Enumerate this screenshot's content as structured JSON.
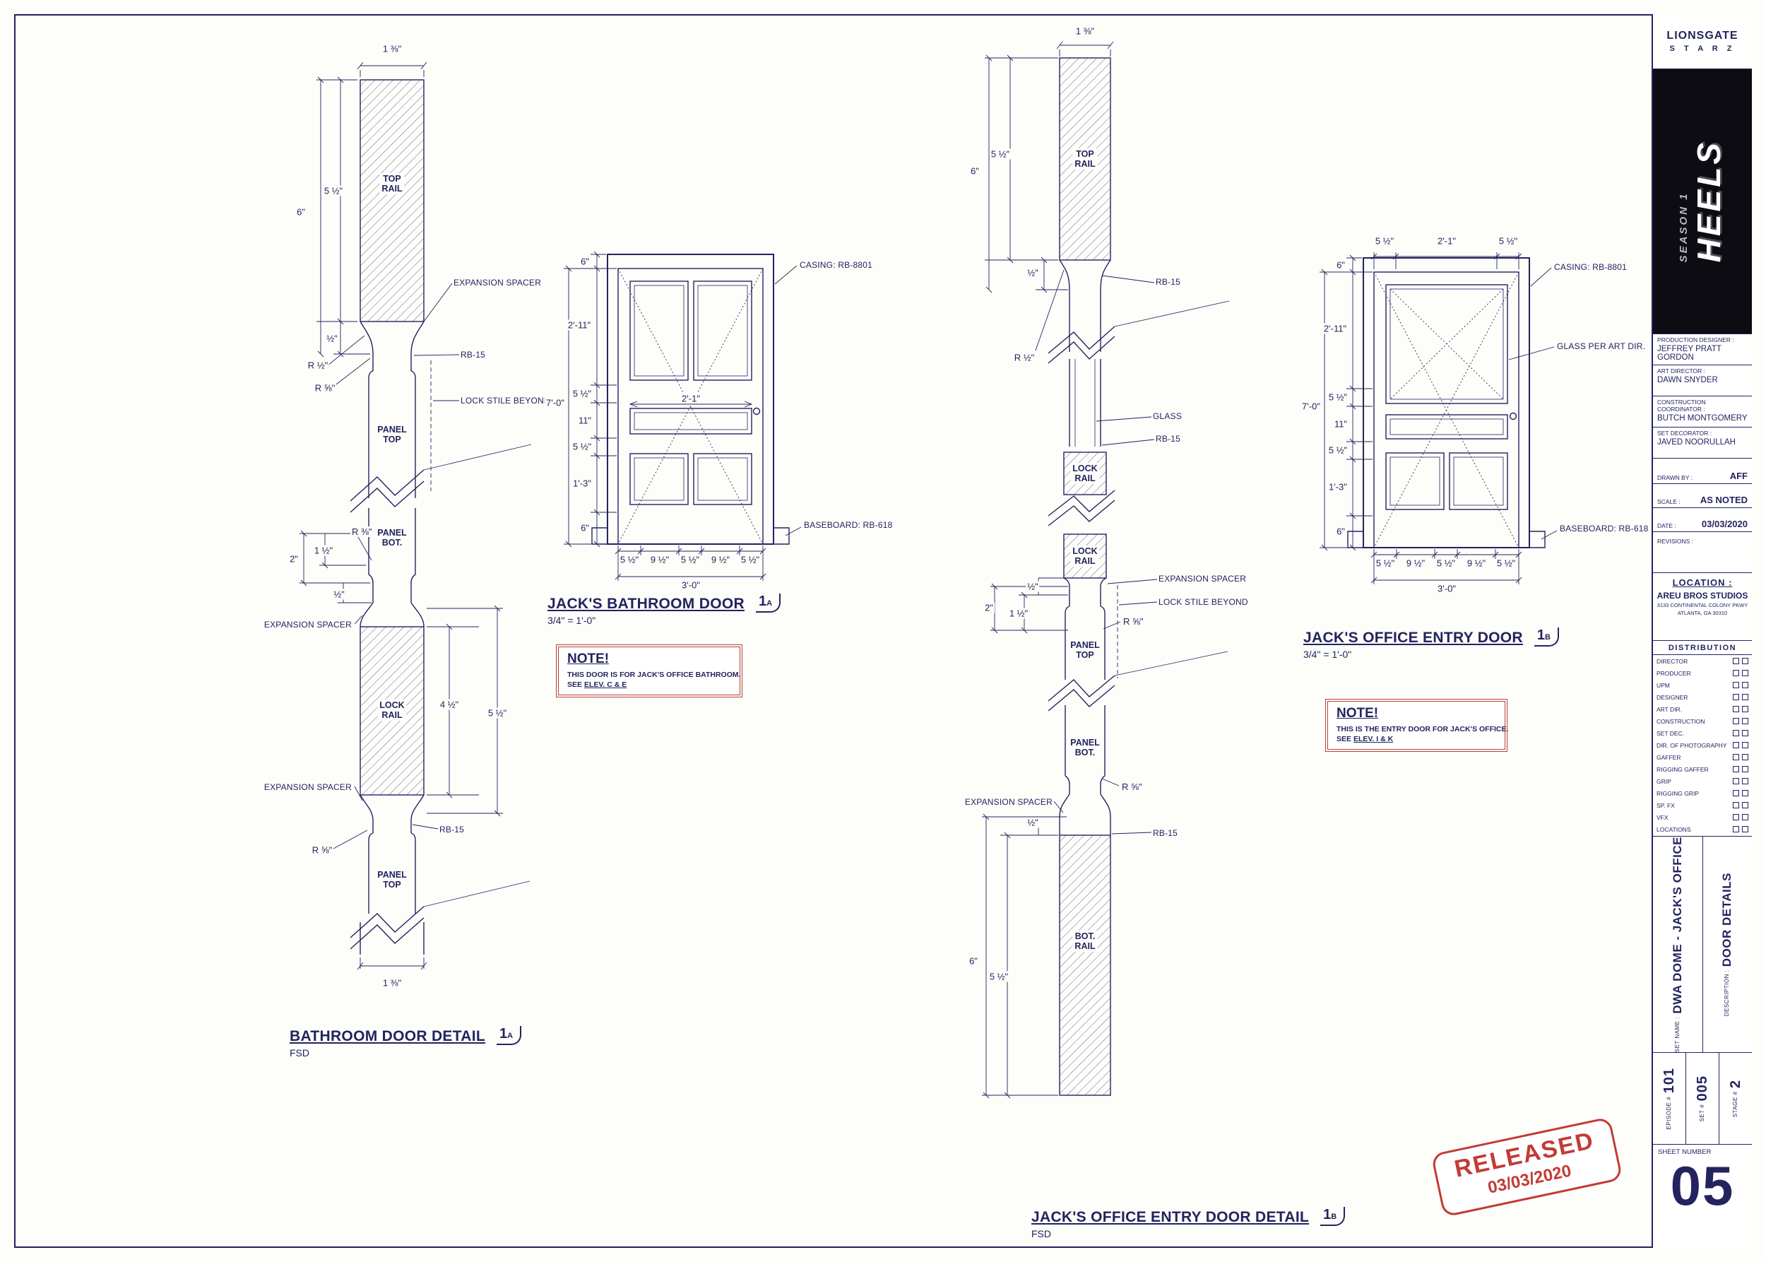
{
  "sheet": {
    "bg": "#fdfdfa",
    "ink": "#23235f",
    "red": "#c23b35"
  },
  "dims": {
    "w138": "1 ⅜\"",
    "d6": "6\"",
    "d55": "5 ½\"",
    "d45": "4 ½\"",
    "d2": "2\"",
    "d15": "1 ½\"",
    "dh": "½\"",
    "rh": "R ½\"",
    "r58": "R ⅝\"",
    "r38": "R ⅜\"",
    "d211": "2'-11\"",
    "d70": "7'-0\"",
    "d11": "11\"",
    "d13": "1'-3\"",
    "d21": "2'-1\"",
    "d95": "9 ½\"",
    "d30": "3'-0\""
  },
  "labels": {
    "top_rail": "TOP\nRAIL",
    "bot_rail": "BOT.\nRAIL",
    "lock_rail": "LOCK\nRAIL",
    "panel_top": "PANEL\nTOP",
    "panel_bot": "PANEL\nBOT.",
    "expansion_spacer": "EXPANSION SPACER",
    "rb15": "RB-15",
    "lock_stile_beyond": "LOCK STILE BEYOND",
    "glass": "GLASS",
    "casing": "CASING: RB-8801",
    "baseboard": "BASEBOARD: RB-618",
    "glass_art": "GLASS PER ART DIR."
  },
  "titles": {
    "bathroom_detail": {
      "t": "BATHROOM DOOR DETAIL",
      "sub": "FSD",
      "ref": "1",
      "refsub": "A"
    },
    "bathroom_door": {
      "t": "JACK'S BATHROOM DOOR",
      "sub": "3/4\" = 1'-0\"",
      "ref": "1",
      "refsub": "A"
    },
    "office_door": {
      "t": "JACK'S OFFICE ENTRY DOOR",
      "sub": "3/4\" = 1'-0\"",
      "ref": "1",
      "refsub": "B"
    },
    "office_detail": {
      "t": "JACK'S OFFICE ENTRY DOOR DETAIL",
      "sub": "FSD",
      "ref": "1",
      "refsub": "B"
    }
  },
  "notes": {
    "bathroom": {
      "head": "NOTE!",
      "body": "THIS DOOR IS FOR JACK'S OFFICE BATHROOM.",
      "see": "SEE",
      "ref": "ELEV. C & E"
    },
    "office": {
      "head": "NOTE!",
      "body": "THIS IS THE ENTRY DOOR FOR JACK'S OFFICE.",
      "see": "SEE",
      "ref": "ELEV. I & K"
    }
  },
  "stamp": {
    "l1": "RELEASED",
    "l2": "03/03/2020"
  },
  "titleblock": {
    "studio": "LIONSGATE",
    "network": "S T A R Z",
    "show": "HEELS",
    "season": "SEASON 1",
    "credits": [
      {
        "label": "PRODUCTION DESIGNER :",
        "value": "JEFFREY PRATT GORDON"
      },
      {
        "label": "ART DIRECTOR :",
        "value": "DAWN SNYDER"
      },
      {
        "label": "CONSTRUCTION COORDINATOR :",
        "value": "BUTCH MONTGOMERY"
      },
      {
        "label": "SET DECORATOR :",
        "value": "JAVED NOORULLAH"
      }
    ],
    "drawn_by_label": "DRAWN BY :",
    "drawn_by": "AFF",
    "scale_label": "SCALE :",
    "scale": "AS NOTED",
    "date_label": "DATE :",
    "date": "03/03/2020",
    "revisions_label": "REVISIONS :",
    "location_label": "LOCATION :",
    "location_name": "AREU BROS STUDIOS",
    "location_addr1": "3133 CONTINENTAL COLONY PKWY",
    "location_addr2": "ATLANTA, GA 30310",
    "distribution_label": "DISTRIBUTION",
    "distribution": [
      "DIRECTOR",
      "PRODUCER",
      "UPM",
      "DESIGNER",
      "ART DIR.",
      "CONSTRUCTION",
      "SET DEC.",
      "DIR. OF PHOTOGRAPHY",
      "GAFFER",
      "RIGGING GAFFER",
      "GRIP",
      "RIGGING GRIP",
      "SP. FX",
      "VFX",
      "LOCATIONS"
    ],
    "set_name_label": "SET NAME :",
    "set_name": "DWA DOME - JACK'S OFFICE",
    "description_label": "DESCRIPTION :",
    "description": "DOOR DETAILS",
    "episode_label": "EPISODE #",
    "episode": "101",
    "set_label": "SET #",
    "set": "005",
    "stage_label": "STAGE #",
    "stage": "2",
    "sheet_label": "SHEET NUMBER",
    "sheet": "05"
  }
}
